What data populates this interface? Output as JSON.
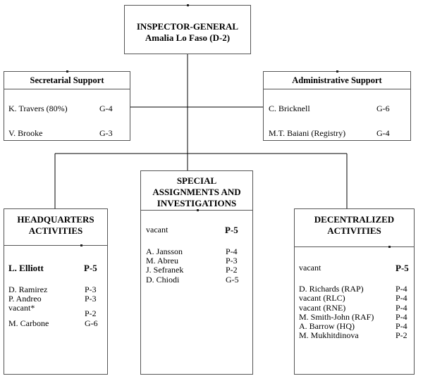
{
  "inspector_general": {
    "title": "INSPECTOR-GENERAL",
    "name": "Amalia Lo Faso (D-2)"
  },
  "secretarial_support": {
    "title": "Secretarial Support",
    "staff": [
      {
        "name": "K. Travers (80%)",
        "grade": "G-4"
      },
      {
        "name": "V. Brooke",
        "grade": "G-3"
      }
    ]
  },
  "administrative_support": {
    "title": "Administrative Support",
    "staff": [
      {
        "name": "C. Bricknell",
        "grade": "G-6"
      },
      {
        "name": "M.T. Baiani (Registry)",
        "grade": "G-4"
      }
    ]
  },
  "headquarters": {
    "title_line1": "HEADQUARTERS",
    "title_line2": "ACTIVITIES",
    "lead": {
      "name": "L. Elliott",
      "grade": "P-5"
    },
    "staff": [
      {
        "name": "D. Ramirez",
        "grade": "P-3"
      },
      {
        "name": "P. Andreo",
        "grade": "P-3"
      },
      {
        "name": "vacant*",
        "grade": "P-2"
      },
      {
        "name": "M. Carbone",
        "grade": "G-6"
      }
    ]
  },
  "special_assignments": {
    "title_line1": "SPECIAL",
    "title_line2": "ASSIGNMENTS AND",
    "title_line3": "INVESTIGATIONS",
    "lead": {
      "name": "vacant",
      "grade": "P-5"
    },
    "staff": [
      {
        "name": "A. Jansson",
        "grade": "P-4"
      },
      {
        "name": "M. Abreu",
        "grade": "P-3"
      },
      {
        "name": "J. Sefranek",
        "grade": "P-2"
      },
      {
        "name": "D. Chiodi",
        "grade": "G-5"
      }
    ]
  },
  "decentralized": {
    "title_line1": "DECENTRALIZED",
    "title_line2": "ACTIVITIES",
    "lead": {
      "name": "vacant",
      "grade": "P-5"
    },
    "staff": [
      {
        "name": "D. Richards (RAP)",
        "grade": "P-4"
      },
      {
        "name": "vacant (RLC)",
        "grade": "P-4"
      },
      {
        "name": "vacant  (RNE)",
        "grade": "P-4"
      },
      {
        "name": "M. Smith-John (RAF)",
        "grade": "P-4"
      },
      {
        "name": "A. Barrow (HQ)",
        "grade": "P-4"
      },
      {
        "name": "M. Mukhitdinova",
        "grade": "P-2"
      }
    ]
  }
}
